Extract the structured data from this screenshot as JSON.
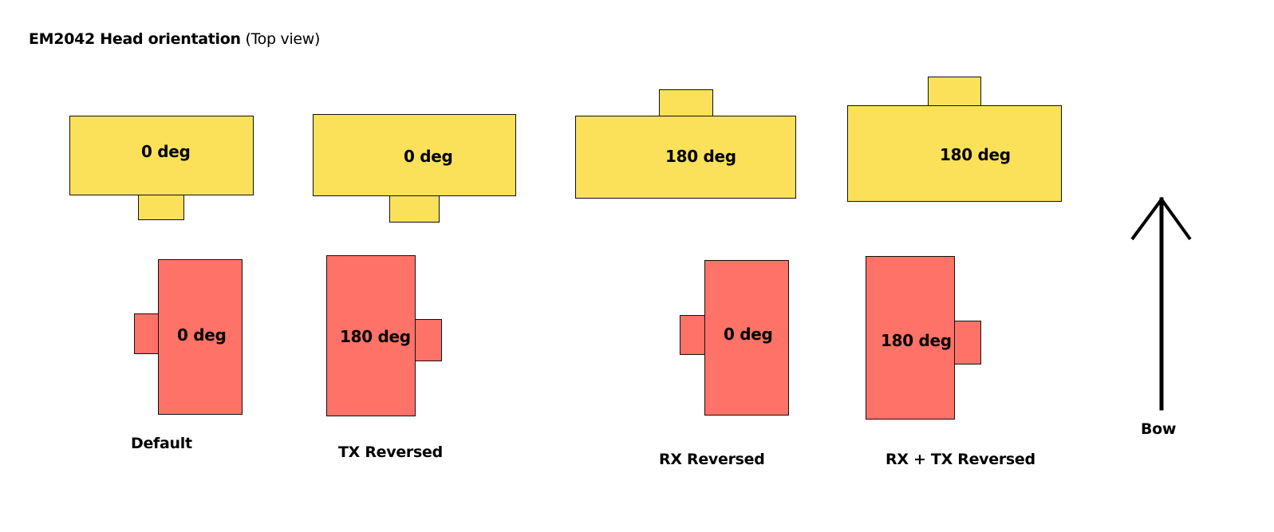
{
  "title": {
    "bold": "EM2042 Head orientation",
    "normal": "(Top view)"
  },
  "configs": [
    {
      "caption": "Default",
      "tx_label": "0 deg",
      "rx_label": "0 deg"
    },
    {
      "caption": "TX Reversed",
      "tx_label": "0 deg",
      "rx_label": "180 deg"
    },
    {
      "caption": "RX Reversed",
      "tx_label": "180 deg",
      "rx_label": "0 deg"
    },
    {
      "caption": "RX + TX Reversed",
      "tx_label": "180 deg",
      "rx_label": "180 deg"
    }
  ],
  "bow_label": "Bow",
  "colors": {
    "tx": "#FBE15A",
    "rx": "#FF7267",
    "outline": "#111111"
  }
}
